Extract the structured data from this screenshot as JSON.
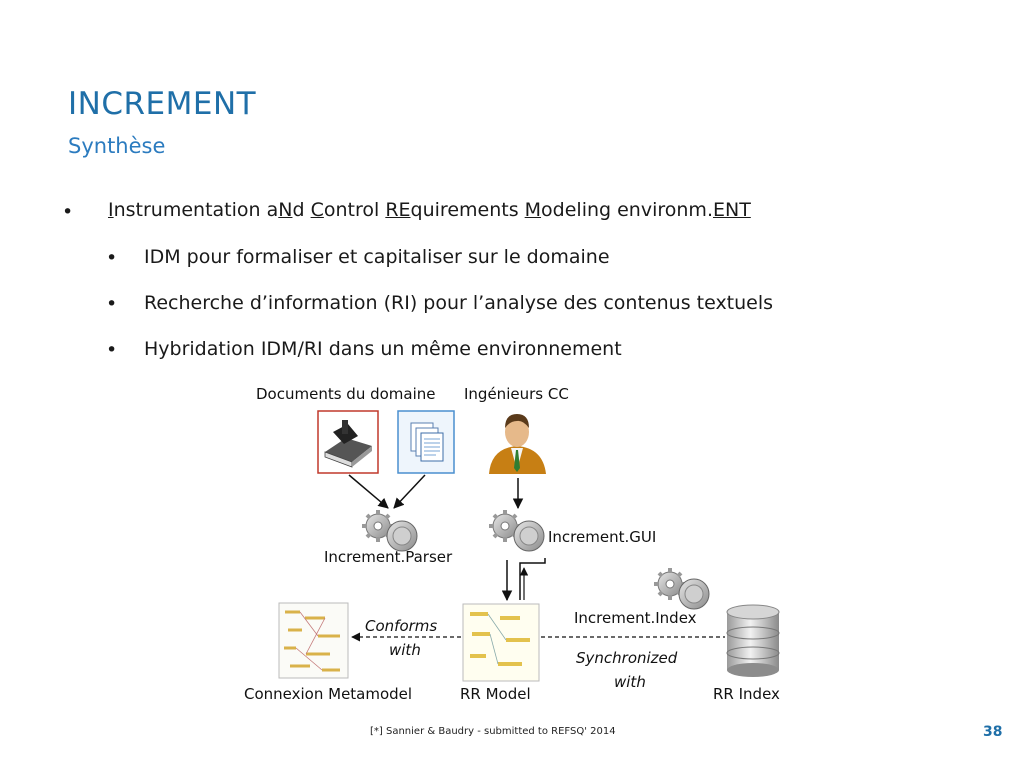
{
  "slide": {
    "title": "INCREMENT",
    "subtitle": "Synthèse",
    "main_bullet": {
      "marker": "•",
      "parts": [
        {
          "t": "I",
          "u": true
        },
        {
          "t": "nstrumentation a",
          "u": false
        },
        {
          "t": "N",
          "u": true
        },
        {
          "t": "d ",
          "u": false
        },
        {
          "t": "C",
          "u": true
        },
        {
          "t": "ontrol ",
          "u": false
        },
        {
          "t": "RE",
          "u": true
        },
        {
          "t": "quirements ",
          "u": false
        },
        {
          "t": "M",
          "u": true
        },
        {
          "t": "odeling environm.",
          "u": false
        },
        {
          "t": "ENT",
          "u": true
        }
      ]
    },
    "sub_bullets": [
      "IDM pour formaliser et capitaliser sur le domaine",
      "Recherche d’information (RI) pour l’analyse des contenus textuels",
      "Hybridation IDM/RI dans un même environnement"
    ],
    "sub_marker": "•"
  },
  "diagram": {
    "documents_label": "Documents du domaine",
    "engineers_label": "Ingénieurs CC",
    "parser_label": "Increment.Parser",
    "gui_label": "Increment.GUI",
    "index_tool_label": "Increment.Index",
    "conforms_label_1": "Conforms",
    "conforms_label_2": "with",
    "synchronized_label_1": "Synchronized",
    "synchronized_label_2": "with",
    "metamodel_label": "Connexion Metamodel",
    "rr_model_label": "RR Model",
    "rr_index_label": "RR Index"
  },
  "footer": {
    "footnote": "[*] Sannier & Baudry - submitted to REFSQ' 2014",
    "page_number": "38"
  },
  "colors": {
    "title": "#1f6fa8",
    "subtitle": "#2b7bbf",
    "page_number": "#1f6fa8",
    "book_frame": "#c0392b",
    "doc_frame": "#4a8fcf"
  }
}
